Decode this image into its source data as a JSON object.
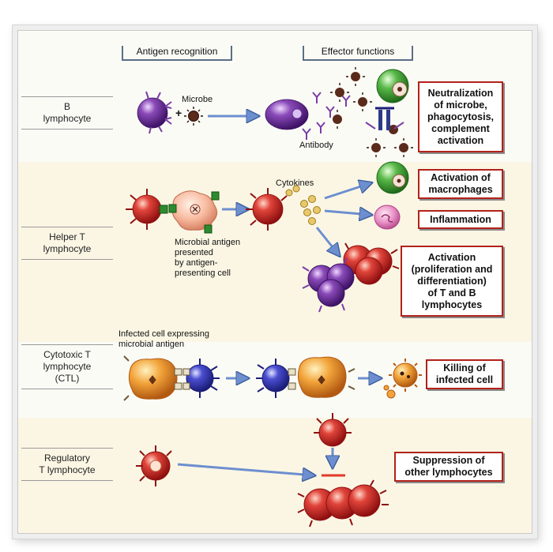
{
  "headers": {
    "antigen_recognition": "Antigen recognition",
    "effector_functions": "Effector functions"
  },
  "rows": {
    "b": {
      "label": "B\nlymphocyte"
    },
    "helper": {
      "label": "Helper T\nlymphocyte"
    },
    "ctl": {
      "label": "Cytotoxic T\nlymphocyte\n(CTL)"
    },
    "regulatory": {
      "label": "Regulatory\nT lymphocyte"
    }
  },
  "annotations": {
    "microbe": "Microbe",
    "plus": "+",
    "antibody": "Antibody",
    "cytokines": "Cytokines",
    "microbial_antigen": "Microbial antigen\npresented\nby antigen-\npresenting cell",
    "infected_cell": "Infected cell expressing\nmicrobial antigen"
  },
  "outcomes": {
    "neutralization": "Neutralization\nof microbe,\nphagocytosis,\ncomplement\nactivation",
    "macrophages": "Activation of\nmacrophages",
    "inflammation": "Inflammation",
    "activation_tb": "Activation\n(proliferation and\ndifferentiation)\nof T and B\nlymphocytes",
    "killing": "Killing of\ninfected cell",
    "suppression": "Suppression of\nother lymphocytes"
  },
  "colors": {
    "b_cell": "#7a3ea6",
    "t_cell": "#d4262a",
    "ctl": "#3a3ec0",
    "outline_red": "#b2221a",
    "arrow": "#6d8fcf",
    "band": "#fbf6e4"
  }
}
